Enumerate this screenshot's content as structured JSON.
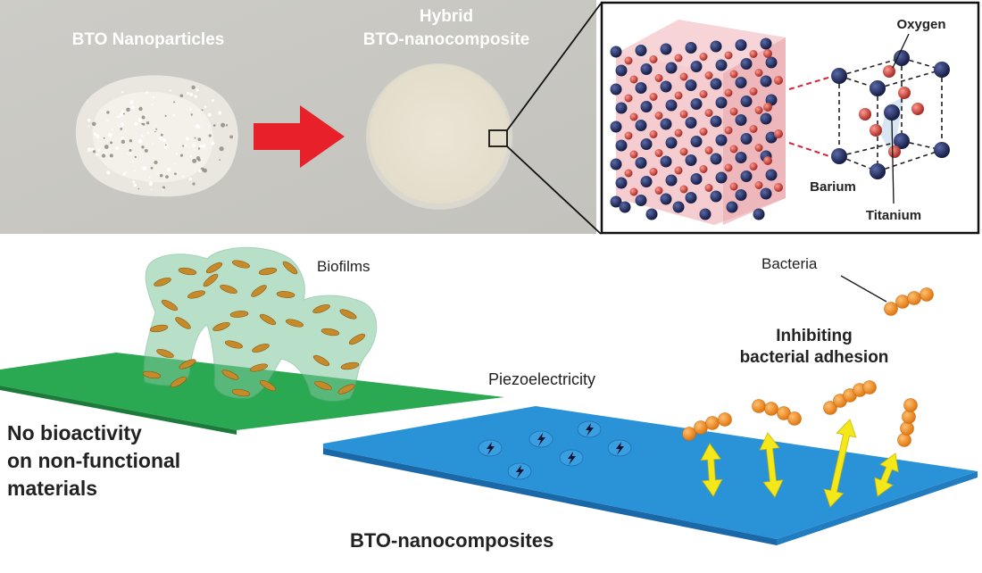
{
  "photo": {
    "nanoparticles_label": "BTO Nanoparticles",
    "composite_label_line1": "Hybrid",
    "composite_label_line2": "BTO-nanocomposite"
  },
  "crystal": {
    "oxygen_label": "Oxygen",
    "barium_label": "Barium",
    "titanium_label": "Titanium"
  },
  "surfaces": {
    "biofilms_label": "Biofilms",
    "bacteria_label": "Bacteria",
    "inhibit_line1": "Inhibiting",
    "inhibit_line2": "bacterial adhesion",
    "piezo_label": "Piezoelectricity",
    "no_bio_line1": "No bioactivity",
    "no_bio_line2": "on non-functional",
    "no_bio_line3": "materials",
    "bto_composites_label": "BTO-nanocomposites"
  },
  "colors": {
    "photo_background": "#c9c8c3",
    "green_surface": "#2aa852",
    "blue_surface": "#2a93d8",
    "biofilm": "#7fc69b",
    "bacteria_orange": "#f08a1c",
    "arrow_red": "#e8202a",
    "arrow_yellow": "#f5e81a",
    "barium_navy": "#1f2a5c",
    "oxygen_red": "#c23a33"
  }
}
